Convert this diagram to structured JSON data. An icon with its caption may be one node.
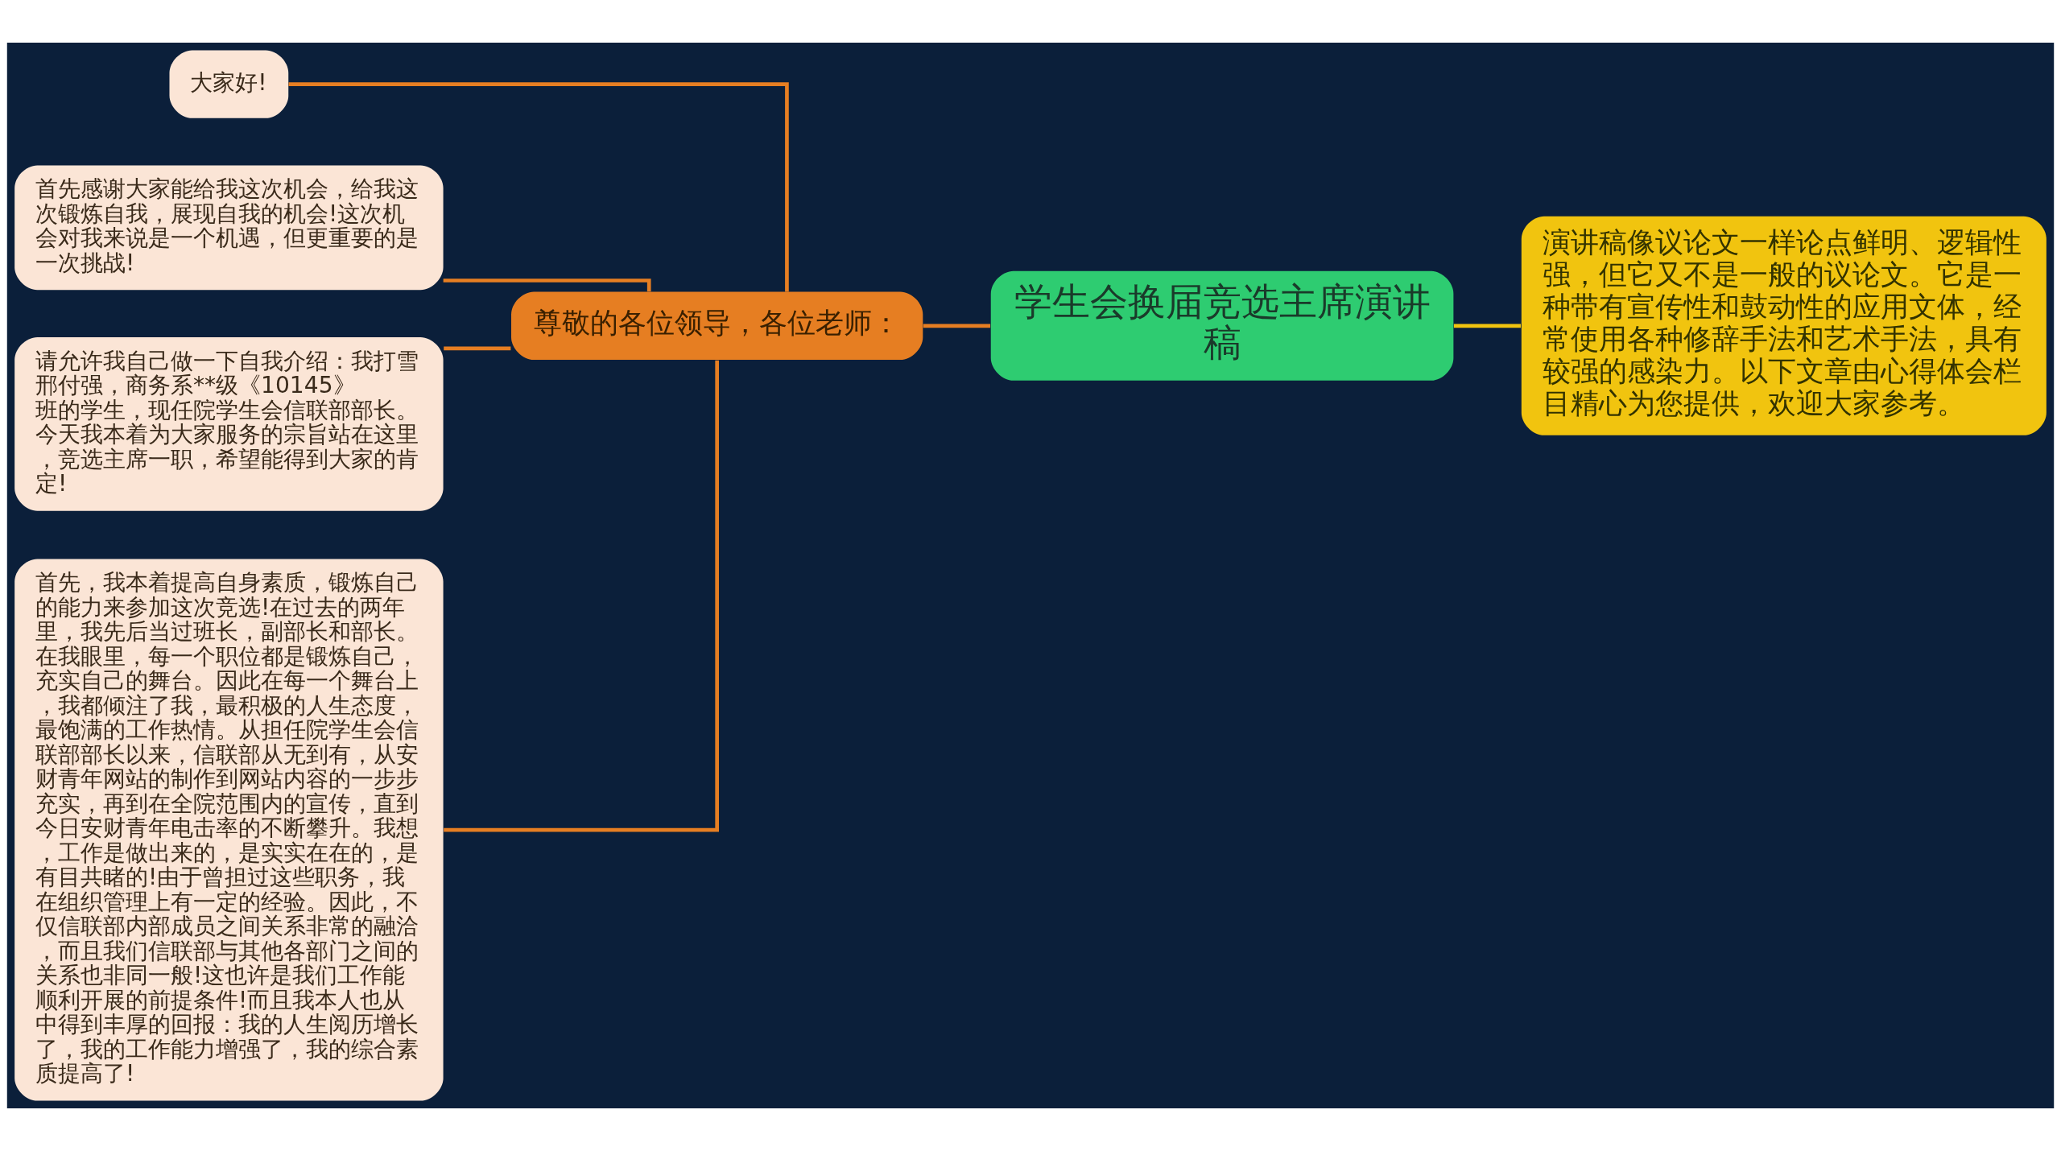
{
  "diagram": {
    "nodes": [
      {
        "text": [
          "学生会换届竞选主席演讲稿"
        ]
      },
      {
        "text": [
          "演讲稿像议论文一样论点鲜明、逻辑性强，但它又不是一般的议论文。它是一种带有宣传性和鼓动性的应用文体，经常使用各种修辞手法和艺术手法，具有较强的感染力。以下文章由心得体会栏目精心为您提供，欢迎大家参考。"
        ]
      },
      {
        "text": [
          "尊敬的各位领导，各位老师："
        ]
      },
      {
        "text": [
          "大家好!"
        ]
      },
      {
        "text": [
          "首先感谢大家能给我这次机会，给我这次锻炼自我，展现自我的机会!这次机会对我来说是一个机遇，但更重要的是一次挑战!"
        ]
      },
      {
        "text": [
          "请允许我自己做一下自我介绍：我打雪邢付强，商务系**级《10145》班的学生，现任院学生会信联部部长。今天我本着为大家服务的宗旨站在这里，竞选主席一职，希望能得到大家的肯定!"
        ]
      },
      {
        "text": [
          "首先，我本着提高自身素质，锻炼自己的能力来参加这次竞选!在过去的两年里，我先后当过班长，副部长和部长。在我眼里，每一个职位都是锻炼自己，充实自己的舞台。因此在每一个舞台上，我都倾注了我，最积极的人生态度，最饱满的工作热情。从担任院学生会信联部部长以来，信联部从无到有，从安财青年网站的制作到网站内容的一步步充实，再到在全院范围内的宣传，直到今日安财青年电击率的不断攀升。我想，工作是做出来的，是实实在在的，是有目共睹的!由于曾担过这些职务，我在组织管理上有一定的经验。因此，不仅信联部内部成员之间关系非常的融洽，而且我们信联部与其他各部门之间的关系也非同一般!这也许是我们工作能顺利开展的前提条件!而且我本人也从中得到丰厚的回报：我的人生阅历增长了，我的工作能力增强了，我的综合素质提高了!"
        ]
      }
    ],
    "edges": [
      {
        "from": 0,
        "to": 1,
        "arrow": "none",
        "color": "#f1c40f"
      },
      {
        "from": 0,
        "to": 2,
        "arrow": "none"
      },
      {
        "from": 2,
        "to": 3,
        "arrow": "none"
      },
      {
        "from": 2,
        "to": 4,
        "arrow": "none"
      },
      {
        "from": 2,
        "to": 5,
        "arrow": "none"
      },
      {
        "from": 2,
        "to": 6,
        "arrow": "none"
      }
    ]
  }
}
